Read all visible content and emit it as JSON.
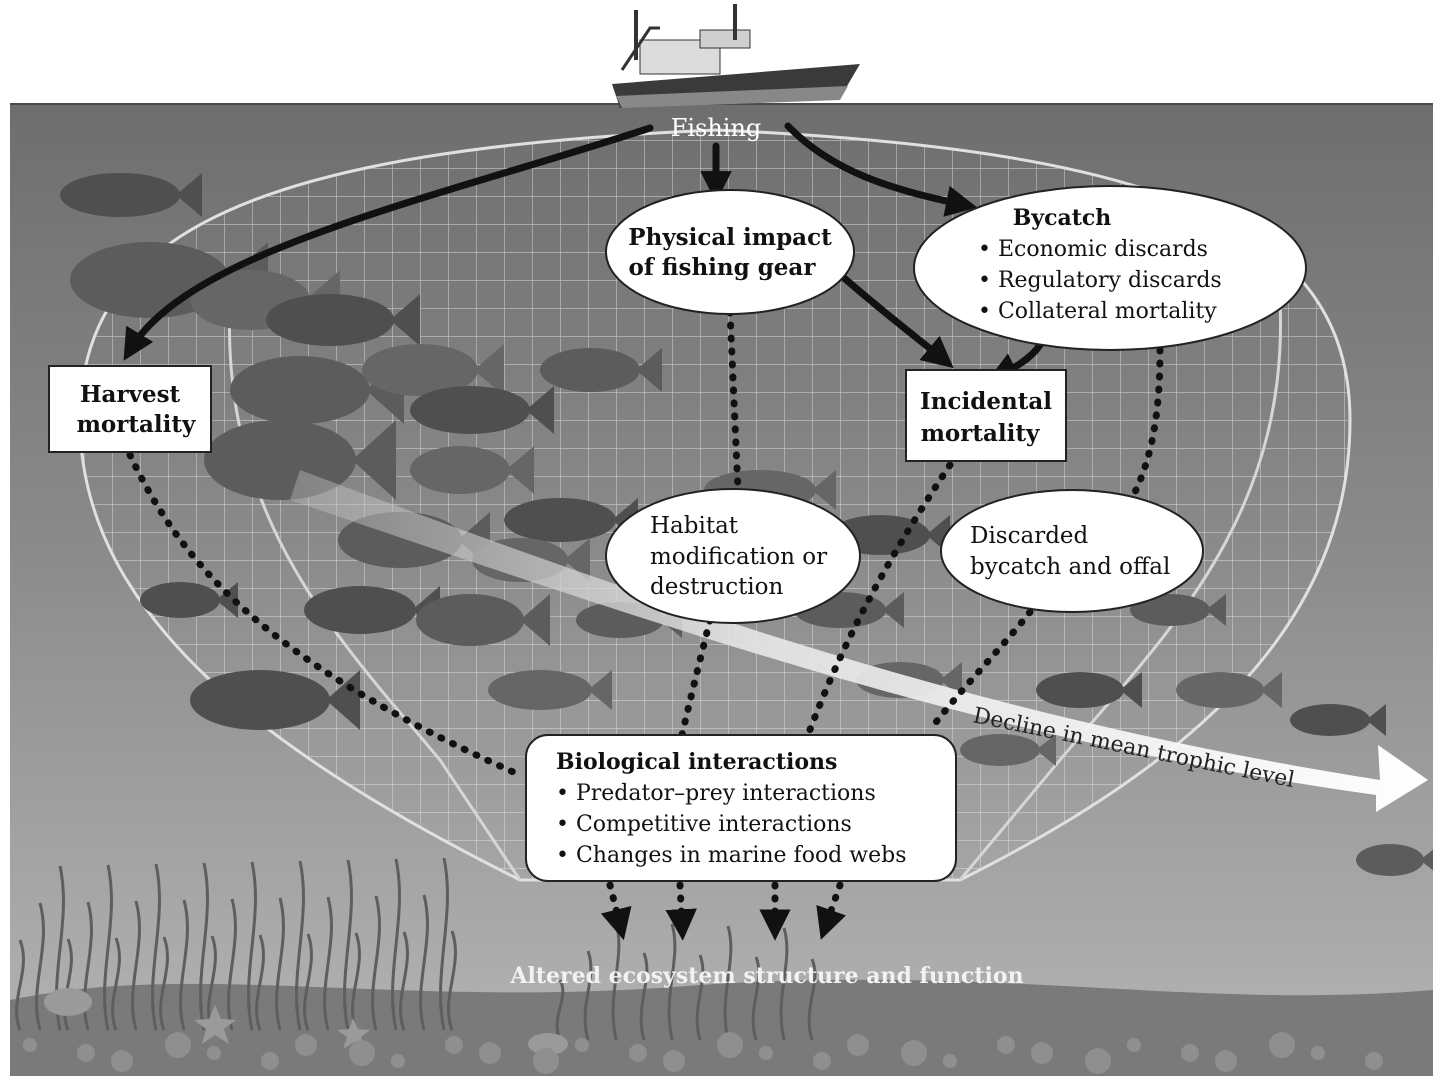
{
  "source": {
    "label": "Fishing"
  },
  "nodes": {
    "physical_impact": {
      "lines": [
        "Physical impact",
        "of fishing gear"
      ]
    },
    "bycatch": {
      "title": "Bycatch",
      "items": [
        "• Economic discards",
        "• Regulatory discards",
        "• Collateral mortality"
      ]
    },
    "harvest_mortality": {
      "lines": [
        "Harvest",
        "mortality"
      ]
    },
    "incidental_mortality": {
      "lines": [
        "Incidental",
        "mortality"
      ]
    },
    "habitat": {
      "lines": [
        "Habitat",
        "modification or",
        "destruction"
      ]
    },
    "discarded": {
      "lines": [
        "Discarded",
        "bycatch and offal"
      ]
    },
    "biological": {
      "title": "Biological interactions",
      "items": [
        "• Predator–prey interactions",
        "• Competitive interactions",
        "• Changes in marine food webs"
      ]
    }
  },
  "trophic_arrow": {
    "label": "Decline in mean trophic level"
  },
  "outcome": {
    "label": "Altered ecosystem structure and function"
  },
  "colors": {
    "sky": "#ffffff",
    "water_top": "#6a6a6a",
    "water_bottom": "#b9b9b9",
    "fish": "#555555",
    "arrow": "#111111"
  }
}
